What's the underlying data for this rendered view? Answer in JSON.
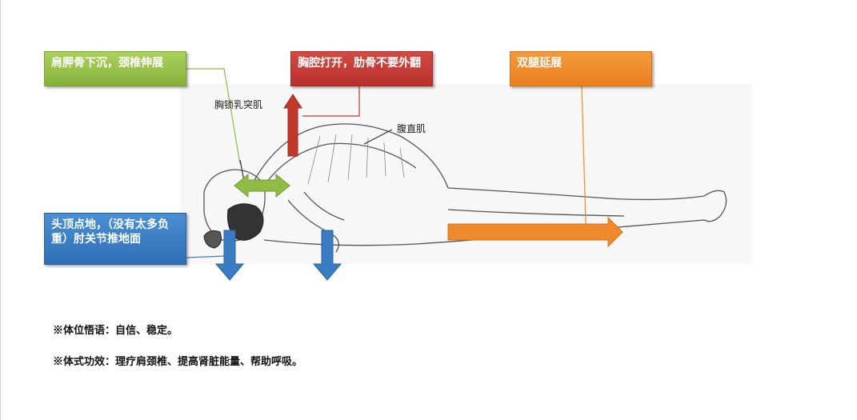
{
  "callouts": {
    "shoulder": "肩胛骨下沉，颈椎伸展",
    "chest": "胸腔打开，肋骨不要外翻",
    "legs": "双腿延展",
    "head": "头顶点地，（没有太多负重）肘关节推地面"
  },
  "muscle_labels": {
    "scm": "胸锁乳突肌",
    "rectus": "腹直肌"
  },
  "notes": {
    "mind": "※体位悟语：自信、稳定。",
    "benefit": "※体式功效：理疗肩颈椎、提高肾脏能量、帮助呼吸。"
  },
  "colors": {
    "green": "#8fbc45",
    "red": "#c0392b",
    "orange": "#ee8a2b",
    "blue": "#3a7cc4"
  }
}
